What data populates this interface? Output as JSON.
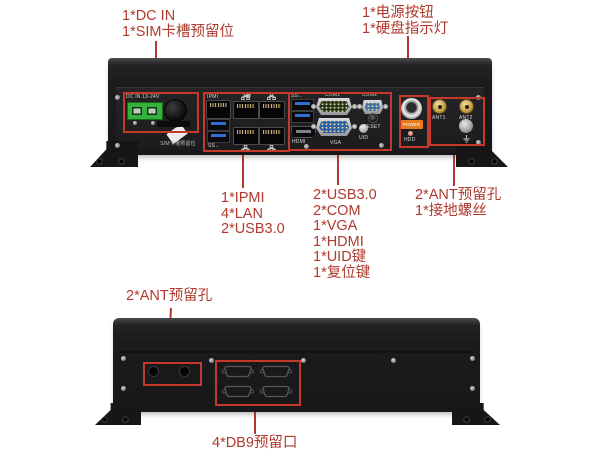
{
  "colors": {
    "background": "#ffffff",
    "annotation_red": "#b03a2e",
    "highlight_box_red": "#c4392b",
    "chassis_black": "#1b1b1d",
    "terminal_green": "#35b23c",
    "usb3_blue": "#2f6fd4",
    "power_label_orange": "#e87a1e",
    "antenna_gold": "#c9a24b"
  },
  "annotations": {
    "top_left": [
      "1*DC IN",
      "1*SIM卡槽预留位"
    ],
    "top_right": [
      "1*电源按钮",
      "1*硬盘指示灯"
    ],
    "io_left": [
      "1*IPMI",
      "4*LAN",
      "2*USB3.0"
    ],
    "io_center": [
      "2*USB3.0",
      "2*COM",
      "1*VGA",
      "1*HDMI",
      "1*UID键",
      "1*复位键"
    ],
    "io_right": [
      "2*ANT预留孔",
      "1*接地螺丝"
    ],
    "rear_ant": [
      "2*ANT预留孔"
    ],
    "rear_db9": [
      "4*DB9预留口"
    ]
  },
  "front_panel": {
    "dc_in_label": "DC IN 13-24V",
    "sim_sticker_label": "SIM卡槽预留位",
    "ipmi_label": "IPMI",
    "usb3_label_left": "SS←",
    "usb3_label_io": "SS←",
    "hdmi_label": "HDMI",
    "com1_label": "COM1",
    "com2_label": "COM2",
    "vga_label": "VGA",
    "uid_label": "UID",
    "reset_label": "RESET",
    "power_label": "POWER",
    "hdd_label": "HDD",
    "ant1_label": "ANT1",
    "ant2_label": "ANT2"
  }
}
